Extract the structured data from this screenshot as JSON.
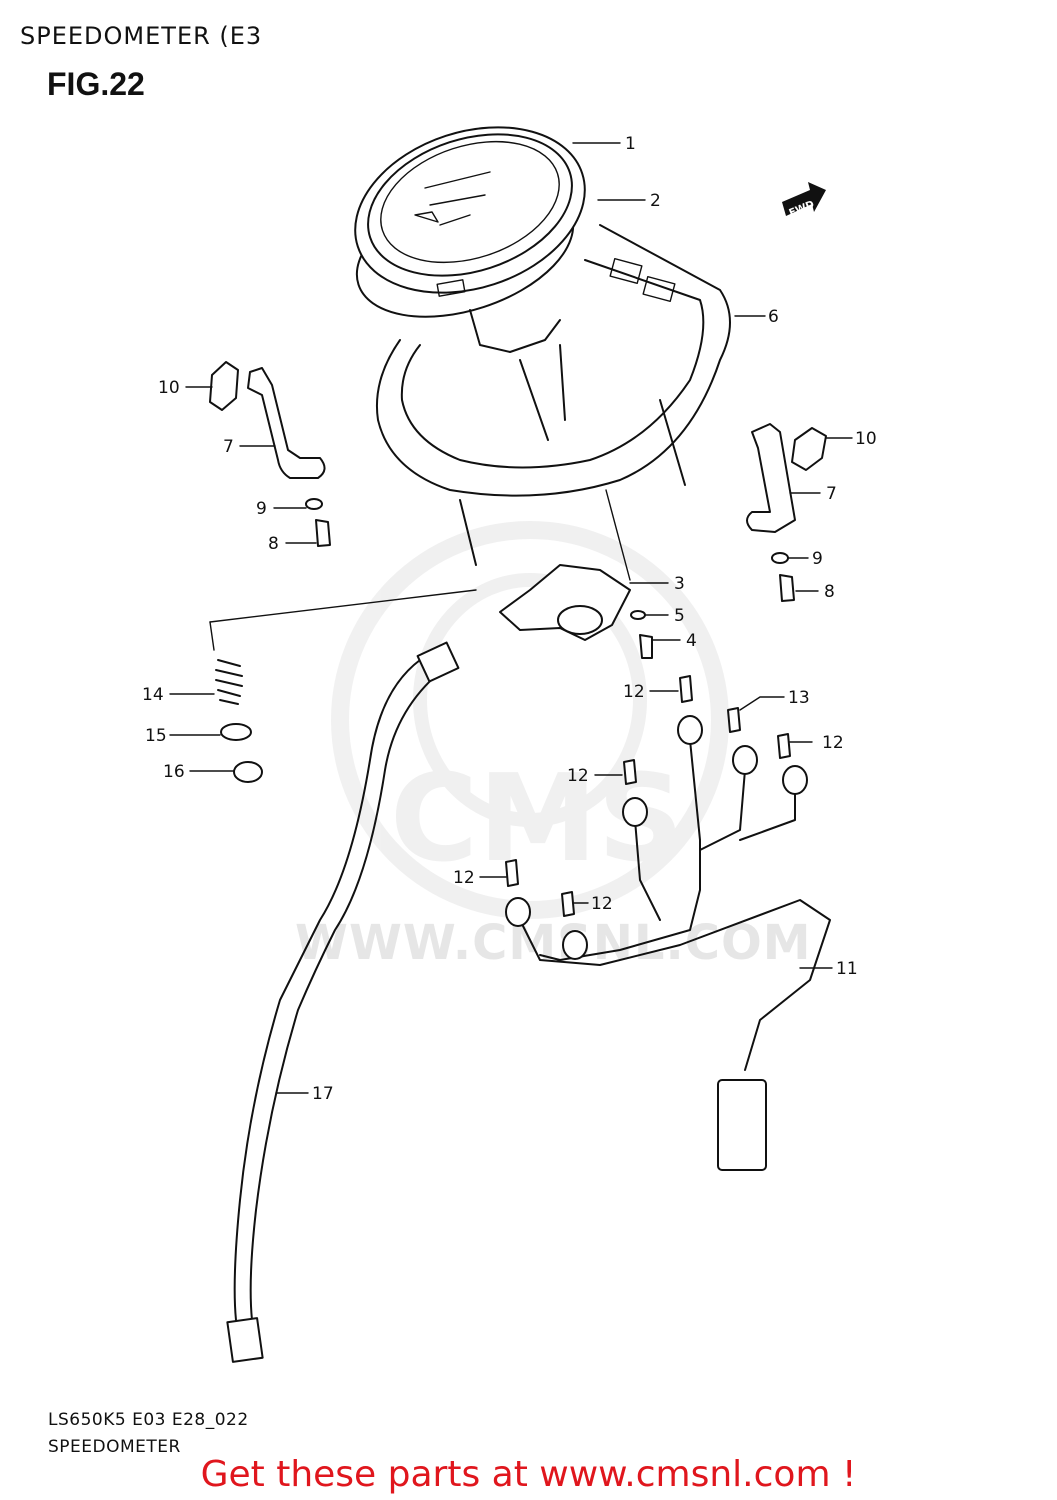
{
  "header": {
    "title": "SPEEDOMETER (E3",
    "figure": "FIG.22"
  },
  "fwd_badge": "FWD",
  "callouts": [
    {
      "id": "c1",
      "label": "1"
    },
    {
      "id": "c2",
      "label": "2"
    },
    {
      "id": "c6",
      "label": "6"
    },
    {
      "id": "c10a",
      "label": "10"
    },
    {
      "id": "c7a",
      "label": "7"
    },
    {
      "id": "c9a",
      "label": "9"
    },
    {
      "id": "c8a",
      "label": "8"
    },
    {
      "id": "c10b",
      "label": "10"
    },
    {
      "id": "c7b",
      "label": "7"
    },
    {
      "id": "c9b",
      "label": "9"
    },
    {
      "id": "c8b",
      "label": "8"
    },
    {
      "id": "c3",
      "label": "3"
    },
    {
      "id": "c5",
      "label": "5"
    },
    {
      "id": "c4",
      "label": "4"
    },
    {
      "id": "c14",
      "label": "14"
    },
    {
      "id": "c15",
      "label": "15"
    },
    {
      "id": "c16",
      "label": "16"
    },
    {
      "id": "c12a",
      "label": "12"
    },
    {
      "id": "c13",
      "label": "13"
    },
    {
      "id": "c12b",
      "label": "12"
    },
    {
      "id": "c12c",
      "label": "12"
    },
    {
      "id": "c12d",
      "label": "12"
    },
    {
      "id": "c12e",
      "label": "12"
    },
    {
      "id": "c11",
      "label": "11"
    },
    {
      "id": "c17",
      "label": "17"
    }
  ],
  "watermark": "WWW.CMSNL.COM",
  "footer": {
    "code": "LS650K5 E03 E28_022",
    "name": "SPEEDOMETER"
  },
  "cta": "Get these parts at www.cmsnl.com !",
  "colors": {
    "cta": "#e0161d",
    "line": "#111111",
    "watermark": "#e6e6e6"
  }
}
